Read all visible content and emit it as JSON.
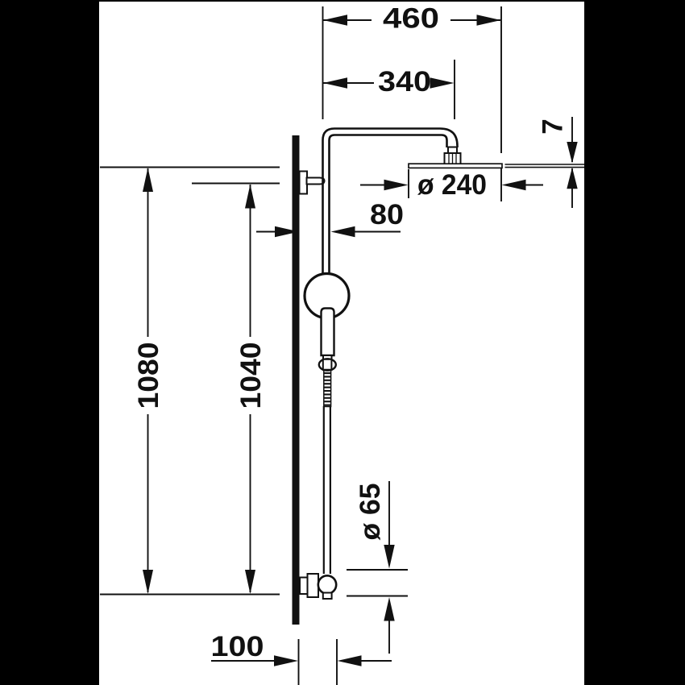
{
  "drawing": {
    "kind": "technical-dimension-drawing",
    "subject": "shower-system-side-elevation",
    "colors": {
      "canvas_background": "#000000",
      "paper": "#ffffff",
      "ink": "#111111"
    },
    "dimensions": {
      "arm_reach_total": "460",
      "arm_reach": "340",
      "head_plate_thickness": "7",
      "head_diameter": "ø 240",
      "wall_offset": "80",
      "overall_height": "1080",
      "bar_height": "1040",
      "valve_rosette_diameter": "ø 65",
      "bottom_outlet_offset": "100"
    },
    "parts": [
      "wall-bar",
      "wall-bracket",
      "supply-elbow",
      "riser-pipe",
      "shower-arm",
      "overhead-shower-plate",
      "hand-shower-holder",
      "hand-shower-handle",
      "hose-coupling",
      "ribbed-hose-section",
      "shower-hose",
      "shut-off-valve"
    ]
  }
}
